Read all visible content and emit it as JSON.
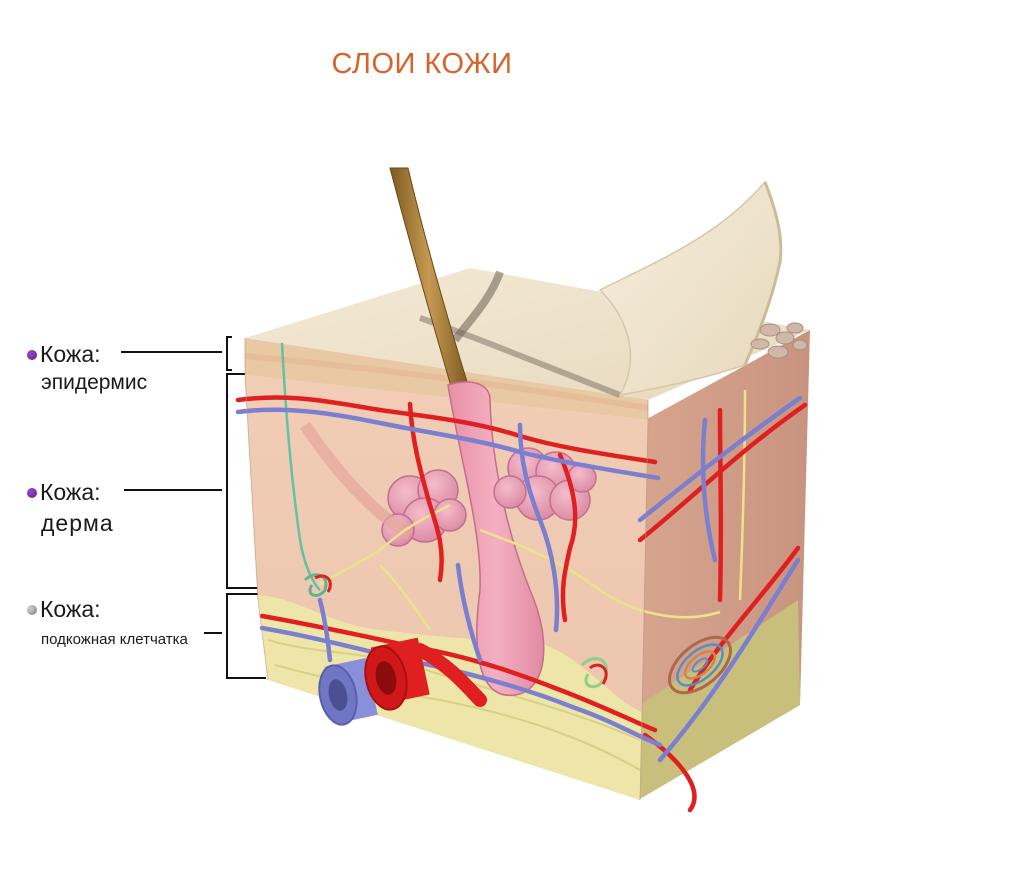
{
  "title": "СЛОИ КОЖИ",
  "layers": [
    {
      "heading": "Кожа:",
      "name": "эпидермис",
      "marker": "#8e3fc6"
    },
    {
      "heading": "Кожа:",
      "name": "дерма",
      "marker": "#8e3fc6"
    },
    {
      "heading": "Кожа:",
      "name": "подкожная клетчатка",
      "marker": "#bdbdbd"
    }
  ],
  "colors": {
    "title": "#d8622a",
    "artery": "#e02020",
    "vein": "#7a7fd0",
    "hair": "#a8813e",
    "epidermis": "#efe2c8",
    "dermis": "#efc9b4",
    "hypodermis": "#ece3a4"
  }
}
